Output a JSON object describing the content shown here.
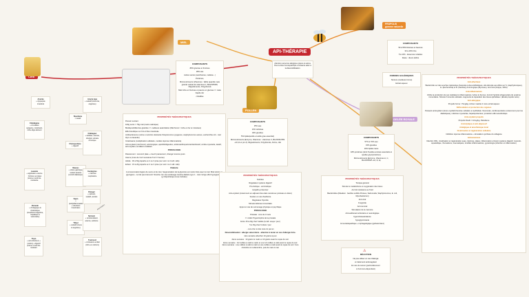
{
  "title": "API-THÉRAPIE",
  "intro": "Attention personne allergique piqure et autres. Peut à dose homéopathique croissante aider à la désensibilisation.",
  "branches": {
    "miel": "MIEL",
    "propolis": "PROPOLIS\ngomme naturelle",
    "cire": "CIRE",
    "pollen": "POLLEN",
    "gelee": "GELÉE ROYALE",
    "venin": "VENIN"
  },
  "colors": {
    "center": "#c4262e",
    "miel": "#e9a23b",
    "propolis": "#e98a2b",
    "cire": "#c4262e",
    "pollen": "#e9a23b",
    "gelee": "#c9a3d8",
    "venin": "#e9a23b"
  },
  "miel_composants": {
    "title": "COMPOSANTS",
    "lines": [
      "80% glucose et fructose",
      "18% eau",
      "Autres sucres (saccharose, maltose...)",
      "Protéines,",
      "Micronutriments (Vitamines : faible quantité mais grande variété de vitamines C, B1/2/3/5/6/8, Oligoéléments, Polyphénols",
      "Miel riche en fructose et pauvre en glucose => reste liquide dur",
      "cristallise"
    ]
  },
  "miel_props": {
    "title": "PROPRIÉTÉS THÉRAPEUTIQUES",
    "lines": [
      "Pouvoir sucrant",
      "100g sucre = 75g miel (moins calorique)",
      "Biodisponibilité des glucides => meilleure assimilation (Miel foncé = riche en fer et minéraux)",
      "Effet bénéfique sur FH et flore intestinale",
      "Antibactérienne (même si anti-bio-résistante Streptococcus pyogenes, staphylococcus aureus, escherichia coli - miel thym ou lavande)",
      "Cicatrisante (multiplication cellulaire, module réponse inflammatoire)",
      "Anti-oxydant (miel foncé), anti-fongique, apéritifs/digestive, antitoussif/expectorant/antitussif, cordio-myocarde, laxatif, anti-oxydant, émollient-modèlant"
    ],
    "posologie_title": "POSOLOGIE",
    "posologie": [
      "Paracement : recouvrir plaie + couvrir pansement, changer tous les jours",
      "Interne (Cure de 3 à 6 semaines 5 à 6 / heures)",
      "Adulte : 30 à 60g répartis en 2 ou 3 prise (sur soit 1 à 3 cuill. café)",
      "Enfant : 15 à 20g répartis en 2 ou 3 prise (sur soit 1 à 2 cuill. café)"
    ],
    "diabete_title": "Diabète",
    "diabete": "A consommation légère de sucre et de miel, l'augmentation de la glycémie est moins forte avec le miel. Miel stocké en glycogène - ne fait pas intervenir l'insuline. En cas surdosage insuline diabète type 1 - miel corrige effet hypoglycémie (g.%Apothéique Lisse Cellules)"
  },
  "cire_items": [
    {
      "name": "Anemia",
      "text": "+ dyspepsie intestinal"
    },
    {
      "name": "Bourdaine",
      "text": "= laxatif"
    },
    {
      "name": "Chélatigène",
      "text": "+ circulation sanguine, cicatrisant, riche oligo élément"
    },
    {
      "name": "Chénopodiace",
      "text": "+ digestif"
    },
    {
      "name": "Lavande",
      "text": "+ application externe : brûlures et plaies (même si anti bio-résistante"
    },
    {
      "name": "Mauves",
      "text": "+ ulcère gastrique, toulant acacius (contrôl diabétique)"
    },
    {
      "name": "Romarin",
      "text": "+ cholagogue & cholérétique (tous/tissus digestive, hépatique & vésiculaire)"
    },
    {
      "name": "Sapin",
      "text": "+ (anti)inflammatoire + infections Intestinales"
    },
    {
      "name": "Thym",
      "text": "+ anti-infectieux + (variés) + digestif (même si anti bio-résistant"
    },
    {
      "name": "Tilleul",
      "text": "+ sédatif (stress & angoisse)"
    },
    {
      "name": "Acacia-type",
      "text": "+ sédatif (insomnie, angoisse)"
    },
    {
      "name": "Châtaigner",
      "text": "+ cathéter, anémie, infection urinaire chronique"
    },
    {
      "name": "Eucalyptus",
      "text": "+ infection respiratoire"
    },
    {
      "name": "Oranger",
      "text": "+ calmant, sédatif, anxiété"
    },
    {
      "name": "Sarrasin",
      "text": "+ reminéralisant, anémie, asthénie"
    },
    {
      "name": "Tournesol",
      "text": "+ croissance enfant (riche en calcium)"
    }
  ],
  "cire_side_label": "Assimilation",
  "pollen_composants": {
    "title": "COMPOSANTS",
    "lines": [
      "15% eau",
      "10% cellulose",
      "30% glucides",
      "5% lipides(acide et acide gras essentiel)",
      "Micronutriments (Enzyme, Vitamines : vitamines C, B1/2/3/6/7/8/9 +10,11 et pro A) Oligoéléments, Polyphénols, Arôme, HE"
    ]
  },
  "pollen_props": {
    "title": "PROPRIÉTÉS THÉRAPEUTIQUES",
    "lines": [
      "Nutritive",
      "Régulateur système digestif",
      "Pro-biotique - anti-biotique",
      "Hépatho-protecteur",
      "Anti-oxydant (notamment en adjuvant des états cancéreux prostate et ulcère)",
      "Soutien en cas d'asthénie",
      "Régulateur thyroïde",
      "Stimule défense immunitaire",
      "Appui en cas de surmenage physique et psychique"
    ],
    "posologie_title": "POSOLOGIE",
    "posologie": [
      "Prostate : cure de 3 mois",
      "=> réduit l'hypertrophie de la prostate",
      "Entre 15 à 20g chez l'adulte (1cuill. soupe / jour)",
      "5 à 15g chez l'enfant / jour",
      "- cure d'un à trois mois 2x par an"
    ],
    "desens": "Désensibilisation : allergie saisonnière - attention à tester en cas d'allergie forte.",
    "desens_lines": [
      "1ère semaine absorber 10 grains à jeun",
      "2ème semaine : 10 grains le matin et 10 grains avant le repas du soir.",
      "3ème semaine : 1/2 cuillère à café le matin et une 1/2 cuillère à café avant le repas du soir. 4ème semaine : une cuillère à café le matin et une cuillère à café avant le repas du soir. Cure d'octobre à mi-décembre, puis de mars à mai."
    ]
  },
  "propolis_composants": {
    "title": "COMPOSANTS",
    "lines": [
      "50 à 55% Résines et baumes",
      "30 à 40% Cire",
      "5 à 10% - Essences volatiles",
      "Reste : divers débris"
    ]
  },
  "formes": {
    "title": "FORMES GALÉNIQUES",
    "lines": [
      "Teinture (meilleure forme)",
      "Extrait aqueux"
    ]
  },
  "propolis_props": {
    "title": "PROPRIÉTÉS THÉRAPEUTIQUES",
    "sections": [
      {
        "h": "Anti-infectieux",
        "t": "Bactéricide sur des souches résistantes (Associée à des antibiotiques, elle décuple ses effets sur S. (staphylocoques), E. (Escherichia) et B. (bacillus)) Anti-fongique (Mycoses), Anti-viral (Grippe, SIDA)"
      },
      {
        "h": "Anti-inflammatoire",
        "t": "Inhibe la production de ses médiateurs inflammatoires. Active le thymus. Accroît l'activité phagocytaire du système immunitaire. Stimule l'immunité cellulaire. Augmente la réparation des tissus épithéliaux. (Etude propolis verte)"
      },
      {
        "h": "Anti-allergique",
        "t": "Propolis forme = 5mg/kg. Activer mastite 2 mois extrait aqueux"
      },
      {
        "h": "Défloculation et protection des organes",
        "t": "Puissant antioxydant (stress oxydatif) favorise cellulaire et épithéliale. Neuronale, cardiovasculaire (notamment pour les diabétiques), infarctus myocardes, hépatoprotecteur, protection effet sénobiotique"
      },
      {
        "h": "Anti-oxydant propolis",
        "t": "Propolis Doulit = 10mg/kg. Paludisme"
      },
      {
        "h": "Anxiolytique et anti-dépressif",
        "t": ""
      },
      {
        "h": "Antalgique et anesthésique local",
        "t": ""
      },
      {
        "h": "Cicatrisation et régénération cellulaire",
        "t": "Inhibition réponse inflammatoire + stimulation synthèse du collagène"
      },
      {
        "h": "Anticancéreux",
        "t": "Infection ORL, cicatrisation et régénération peau, dystrose, plaies, inflammation et lésion système digestif, muscolo-squelettique, rhumatisme, traumatiques, troubles inflammatoires, gynécologie (infection et inflammation)"
      }
    ]
  },
  "gelee_composants": {
    "title": "COMPOSANTS",
    "lines": [
      "57% à 70% eau",
      "15% glucides",
      "10% lipides rares",
      "18% protéines (dont 8 acides aminés essentiels et quelles glycoprotéines)",
      "Micronutriments (Enzyme, Vitamines A, C, B1/2/3/5/6/8 +10, D, E)"
    ]
  },
  "gelee_props": {
    "title": "PROPRIÉTÉS THÉRAPEUTIQUES",
    "lines": [
      "Tonique général",
      "Stimule le métabolisme et oxygénation des tissus",
      "Accroît résistance au froid",
      "Bactéricides (Meadem : bacillus subtilis Proteus, Salmonella, Staphylococcus, E. coli, Mycobacterium)",
      "Anti-viral",
      "Fongicide",
      "Anti-tumoral",
      "Stimulation de la mémoire",
      "Anti-asthénant articulaire et neurologique",
      "hypercholestérolémie",
      "hypoglycémiante",
      "Immunité/apathique + imphagologique (globule blanc)"
    ]
  },
  "reaction": {
    "title": "RÉACTION",
    "lines": [
      "Ne pas utiliser en cas d'allergie",
      "et traitement anticoagulant",
      "En cas de cancer (particulièrement",
      "si hormono-dépendant)"
    ]
  }
}
